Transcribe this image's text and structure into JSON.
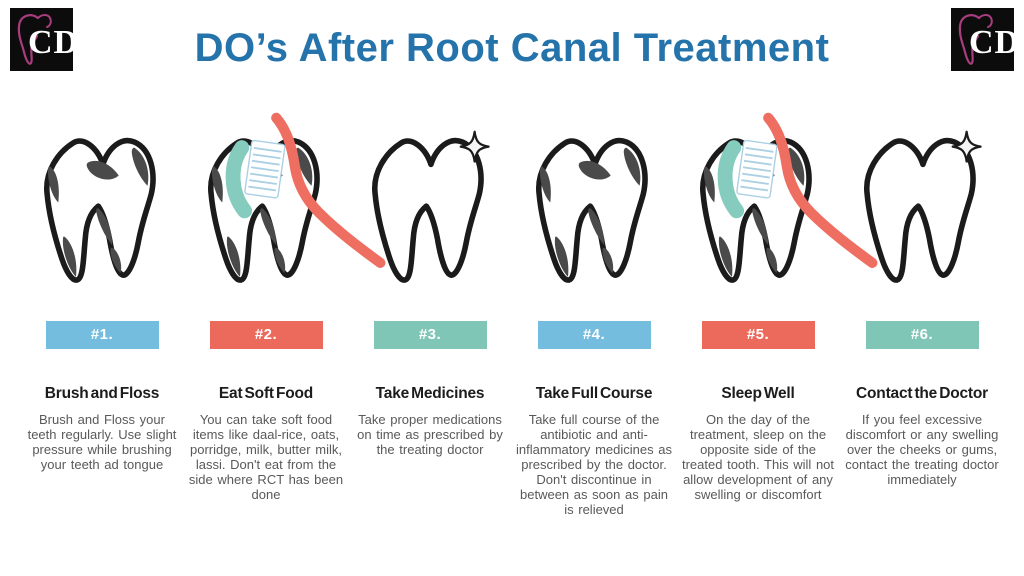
{
  "page": {
    "title": "DO’s After Root Canal Treatment"
  },
  "logo": {
    "initials": "CD"
  },
  "colors": {
    "title_blue": "#2573ab",
    "badge_blue": "#74bdde",
    "badge_coral": "#ec6a5b",
    "badge_teal": "#7fc6b7",
    "tooth_outline": "#1b1b1b",
    "tooth_stain": "#4a4a4a",
    "brush_head_teal": "#85ccbe",
    "brush_handle_coral": "#ee6f61",
    "body_text_gray": "#595959",
    "logo_pink": "#a83d7d"
  },
  "steps": [
    {
      "badge": "#1.",
      "badge_color": "#74bdde",
      "title": "Brush and Floss",
      "description": "Brush and Floss your teeth regularly. Use slight pressure while brushing your teeth ad tongue",
      "tooth_variant": "stained"
    },
    {
      "badge": "#2.",
      "badge_color": "#ec6a5b",
      "title": "Eat Soft Food",
      "description": "You can take soft food items like daal-rice, oats, porridge, milk, butter milk, lassi. Don't eat from the side where RCT has been done",
      "tooth_variant": "stained-with-toothbrush"
    },
    {
      "badge": "#3.",
      "badge_color": "#7fc6b7",
      "title": "Take Medicines",
      "description": "Take proper medications on time as prescribed by the treating doctor",
      "tooth_variant": "clean-with-sparkle"
    },
    {
      "badge": "#4.",
      "badge_color": "#74bdde",
      "title": "Take Full Course",
      "description": "Take full course of the antibiotic and anti-inflammatory medicines as prescribed by the doctor. Don't discontinue in between as soon as pain is relieved",
      "tooth_variant": "stained"
    },
    {
      "badge": "#5.",
      "badge_color": "#ec6a5b",
      "title": "Sleep Well",
      "description": "On the day of the treatment, sleep on the opposite side of the treated tooth. This will not allow development of any swelling or discomfort",
      "tooth_variant": "stained-with-toothbrush"
    },
    {
      "badge": "#6.",
      "badge_color": "#7fc6b7",
      "title": "Contact the Doctor",
      "description": "If you feel excessive discomfort or any swelling over the cheeks or gums, contact the treating doctor immediately",
      "tooth_variant": "clean-with-sparkle"
    }
  ]
}
